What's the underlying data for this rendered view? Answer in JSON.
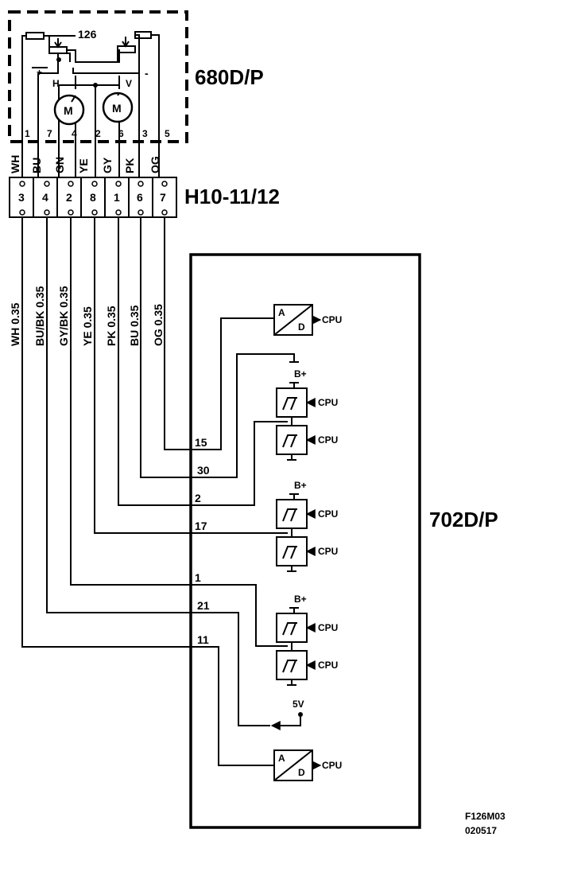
{
  "component_top": {
    "id": "680D/P",
    "number": "126",
    "motor_label": "M",
    "terminal_h": "H",
    "terminal_v": "V",
    "plus": "+",
    "minus": "-"
  },
  "top_pins": [
    {
      "pin": "1",
      "color": "WH"
    },
    {
      "pin": "7",
      "color": "BU"
    },
    {
      "pin": "4",
      "color": "GN"
    },
    {
      "pin": "",
      "color": "YE"
    },
    {
      "pin": "2",
      "color": "GY"
    },
    {
      "pin": "6",
      "color": "PK"
    },
    {
      "pin": "3",
      "color": "OG"
    },
    {
      "pin": "5",
      "color": ""
    }
  ],
  "connector": {
    "id": "H10-11/12",
    "cells": [
      "3",
      "4",
      "2",
      "8",
      "1",
      "6",
      "7"
    ]
  },
  "wires": [
    {
      "label": "WH   0.35"
    },
    {
      "label": "BU/BK  0.35"
    },
    {
      "label": "GY/BK  0.35"
    },
    {
      "label": "YE   0.35"
    },
    {
      "label": "PK   0.35"
    },
    {
      "label": "BU   0.35"
    },
    {
      "label": "OG   0.35"
    }
  ],
  "module": {
    "id": "702D/P",
    "pins": [
      "15",
      "30",
      "2",
      "17",
      "1",
      "21",
      "11"
    ],
    "cpu_label": "CPU",
    "adc_a": "A",
    "adc_d": "D",
    "supply_bplus": "B+",
    "supply_5v": "5V"
  },
  "figure_code": "F126M03",
  "date_code": "020517"
}
